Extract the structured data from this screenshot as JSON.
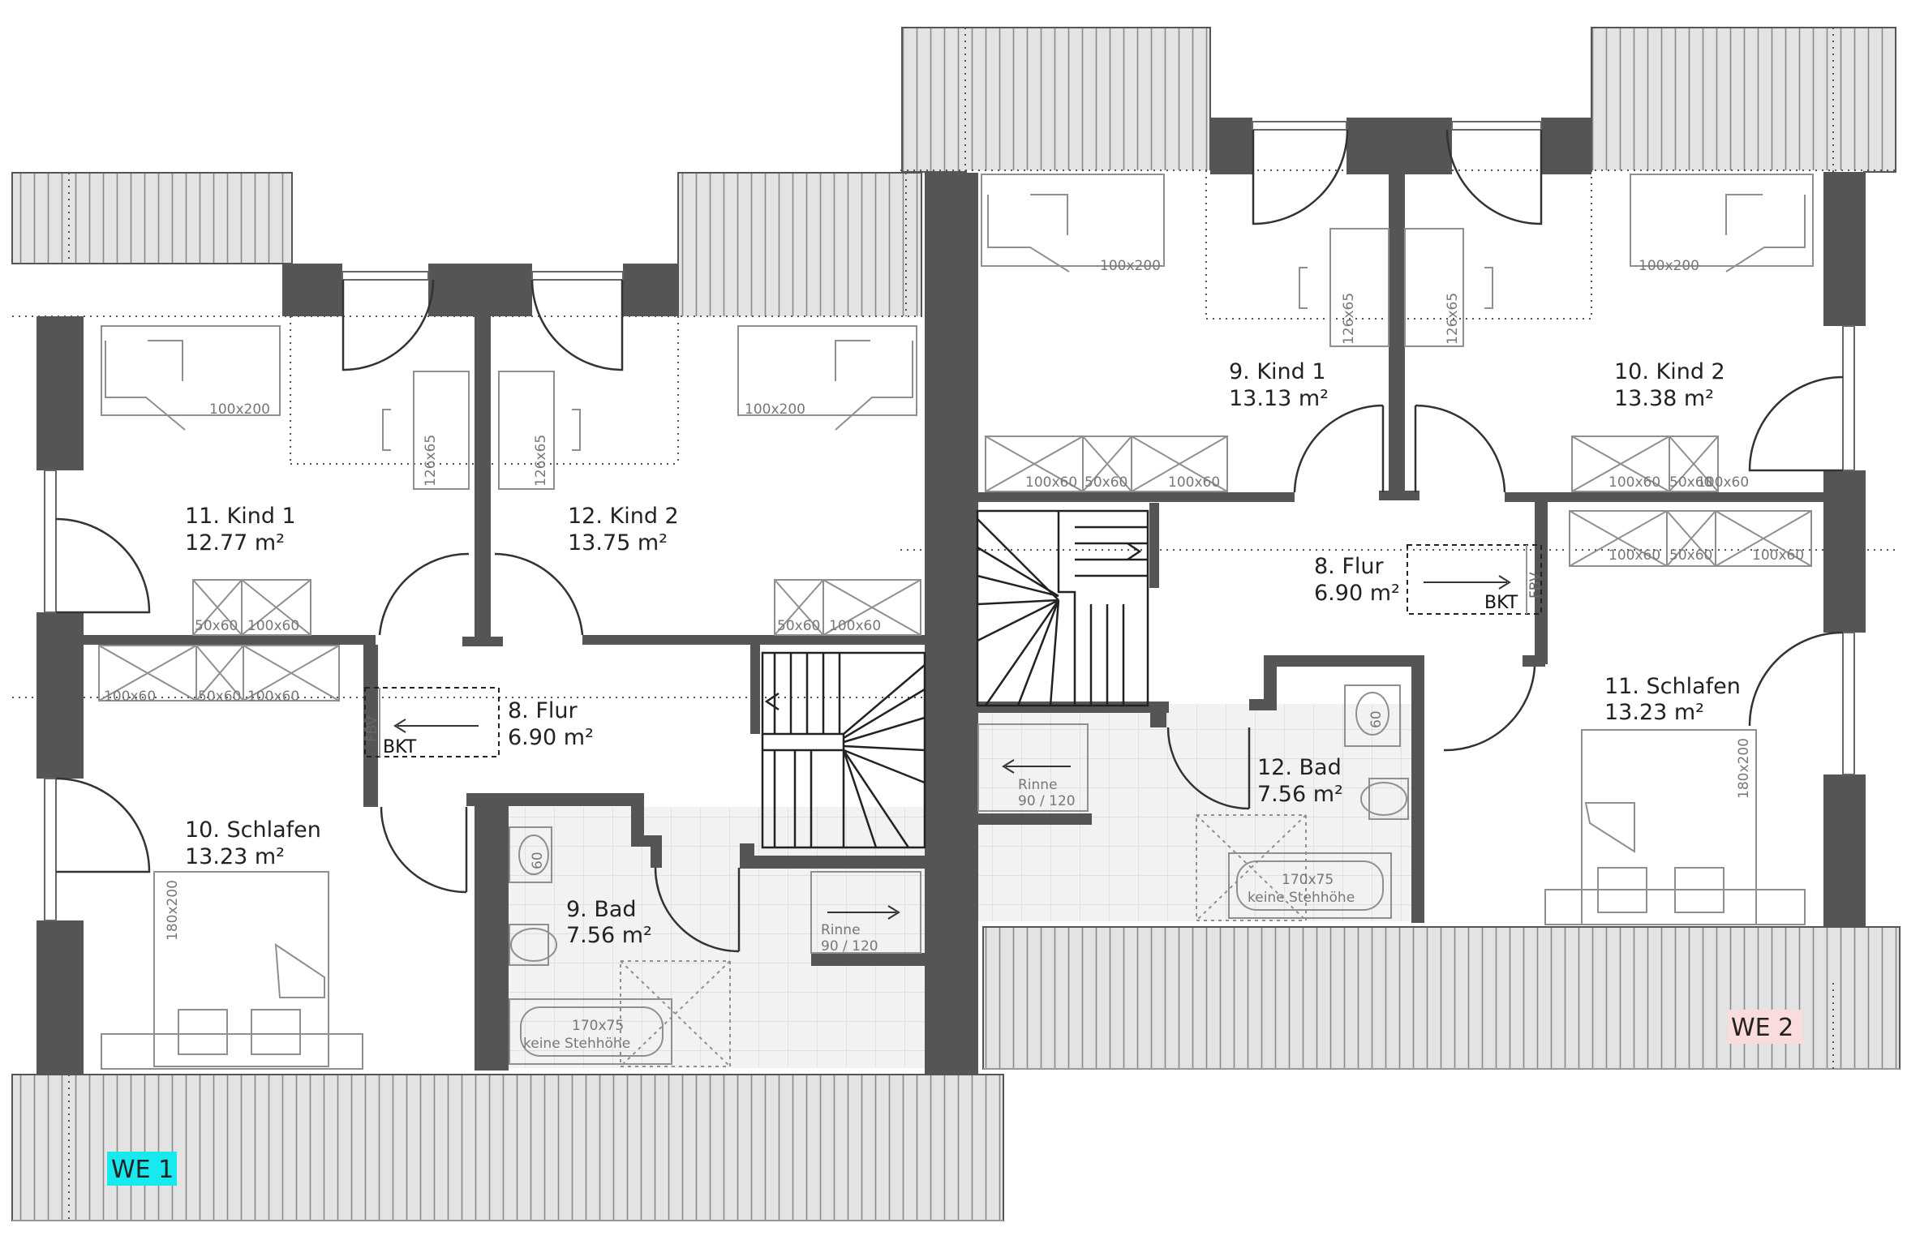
{
  "colors": {
    "wall": "#555558",
    "roof_fill": "#d9d9d9",
    "roof_line": "#8a8a8a",
    "tile_line": "#cfcfcf",
    "furniture": "#8f8f8f",
    "we1_badge": "#17e9ee",
    "we2_badge": "#fadcdc"
  },
  "icons": [
    "bed-icon",
    "desk-icon",
    "wardrobe-icon",
    "door-swing-icon",
    "window-icon",
    "staircase-icon",
    "toilet-icon",
    "sink-icon",
    "bathtub-icon",
    "shower-icon",
    "arrow-icon"
  ],
  "units": {
    "we1": {
      "label": "WE 1",
      "rooms": {
        "kind1": {
          "name": "11. Kind 1",
          "area": "12.77 m²"
        },
        "kind2": {
          "name": "12. Kind 2",
          "area": "13.75 m²"
        },
        "flur": {
          "name": "8. Flur",
          "area": "6.90 m²"
        },
        "schlafen": {
          "name": "10. Schlafen",
          "area": "13.23 m²"
        },
        "bad": {
          "name": "9. Bad",
          "area": "7.56 m²"
        }
      },
      "furniture": {
        "bed_kind1": "100x200",
        "bed_kind2": "100x200",
        "desk_a": "126x65",
        "desk_b": "126x65",
        "wardrobe_kind1_a": "50x60",
        "wardrobe_kind1_b": "100x60",
        "wardrobe_kind2_a": "50x60",
        "wardrobe_kind2_b": "100x60",
        "wardrobe_schlafen_a": "100x60",
        "wardrobe_schlafen_b": "50x60",
        "wardrobe_schlafen_c": "100x60",
        "bed_schlafen": "180x200",
        "toilet": "60",
        "bathtub": "170x75",
        "bathtub_note": "keine Stehhöhe",
        "shower_label": "Rinne",
        "shower_size": "90 / 120",
        "bkt": "BKT",
        "fbv": "FBV"
      }
    },
    "we2": {
      "label": "WE 2",
      "rooms": {
        "kind1": {
          "name": "9. Kind 1",
          "area": "13.13 m²"
        },
        "kind2": {
          "name": "10. Kind 2",
          "area": "13.38 m²"
        },
        "flur": {
          "name": "8. Flur",
          "area": "6.90 m²"
        },
        "schlafen": {
          "name": "11. Schlafen",
          "area": "13.23 m²"
        },
        "bad": {
          "name": "12. Bad",
          "area": "7.56 m²"
        }
      },
      "furniture": {
        "bed_kind1": "100x200",
        "bed_kind2": "100x200",
        "desk_a": "126x65",
        "desk_b": "126x65",
        "wardrobe_kind1_a": "100x60",
        "wardrobe_kind1_b": "50x60",
        "wardrobe_kind1_c": "100x60",
        "wardrobe_kind2_a": "100x60",
        "wardrobe_kind2_b": "50x60",
        "wardrobe_kind2_c": "100x60",
        "wardrobe_schlafen_a": "100x60",
        "wardrobe_schlafen_b": "50x60",
        "wardrobe_schlafen_c": "100x60",
        "bed_schlafen": "180x200",
        "toilet": "60",
        "bathtub": "170x75",
        "bathtub_note": "keine Stehhöhe",
        "shower_label": "Rinne",
        "shower_size": "90 / 120",
        "bkt": "BKT",
        "fbv": "FBV"
      }
    }
  }
}
